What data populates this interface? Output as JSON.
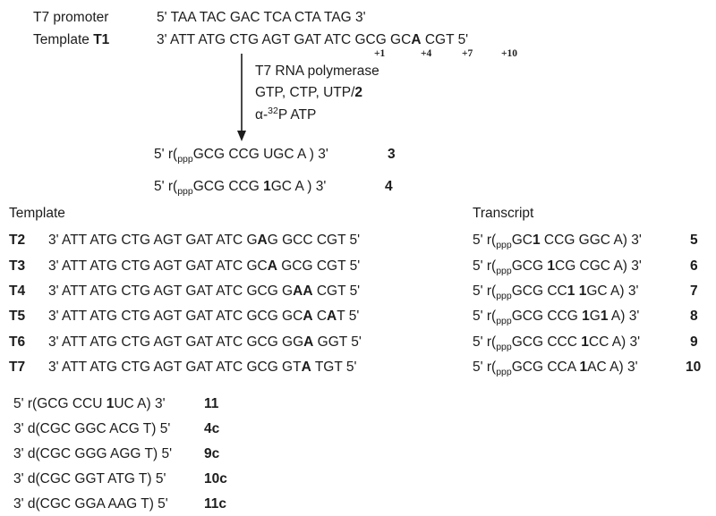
{
  "header": {
    "promoter_label": "T7 promoter",
    "promoter_seq": "5' TAA TAC GAC TCA CTA TAG 3'",
    "template_label_prefix": "Template ",
    "template_label_id": "T1",
    "t1_part1": "3' ATT ATG CTG AGT GAT ATC GCG GC",
    "t1_bold": "A",
    "t1_part2": " CGT 5'",
    "positions": [
      "+1",
      "+4",
      "+7",
      "+10"
    ]
  },
  "reaction": {
    "line1": "T7 RNA polymerase",
    "line2_prefix": "GTP, CTP, UTP/",
    "line2_bold": "2",
    "line3_alpha": "α-",
    "line3_sup": "32",
    "line3_rest": "P ATP"
  },
  "products": [
    {
      "prefix": "5' r(",
      "sub": "ppp",
      "seq_a": "GCG CCG UGC A ) 3'",
      "bold": "",
      "seq_b": "",
      "id": "3"
    },
    {
      "prefix": "5' r(",
      "sub": "ppp",
      "seq_a": "GCG CCG ",
      "bold": "1",
      "seq_b": "GC A ) 3'",
      "id": "4"
    }
  ],
  "template_section": {
    "heading": "Template",
    "rows": [
      {
        "id": "T2",
        "a": "3' ATT ATG CTG AGT GAT ATC G",
        "bold": "A",
        "b": "G GCC CGT 5'"
      },
      {
        "id": "T3",
        "a": "3' ATT ATG CTG AGT GAT ATC GC",
        "bold": "A",
        "b": " GCG CGT 5'"
      },
      {
        "id": "T4",
        "a": "3' ATT ATG CTG AGT GAT ATC GCG G",
        "bold": "AA",
        "b": " CGT 5'"
      },
      {
        "id": "T5",
        "a": "3' ATT ATG CTG AGT GAT ATC GCG GC",
        "bold": "A",
        "b": " C",
        "bold2": "A",
        "c": "T 5'"
      },
      {
        "id": "T6",
        "a": "3' ATT ATG CTG AGT GAT ATC GCG GG",
        "bold": "A",
        "b": " GGT 5'"
      },
      {
        "id": "T7",
        "a": "3' ATT ATG CTG AGT GAT ATC GCG GT",
        "bold": "A",
        "b": " TGT 5'"
      }
    ]
  },
  "transcript_section": {
    "heading": "Transcript",
    "rows": [
      {
        "prefix": "5' r(",
        "sub": "ppp",
        "a": "GC",
        "bold": "1",
        "b": " CCG GGC A) 3'",
        "bold2": "",
        "c": "",
        "id": "5"
      },
      {
        "prefix": "5' r(",
        "sub": "ppp",
        "a": "GCG ",
        "bold": "1",
        "b": "CG CGC A) 3'",
        "bold2": "",
        "c": "",
        "id": "6"
      },
      {
        "prefix": "5' r(",
        "sub": "ppp",
        "a": "GCG CC",
        "bold": "1",
        "b": " ",
        "bold2": "1",
        "c": "GC A) 3'",
        "id": "7"
      },
      {
        "prefix": "5' r(",
        "sub": "ppp",
        "a": "GCG CCG ",
        "bold": "1",
        "b": "G",
        "bold2": "1",
        "c": " A) 3'",
        "id": "8"
      },
      {
        "prefix": "5' r(",
        "sub": "ppp",
        "a": "GCG CCC ",
        "bold": "1",
        "b": "CC A) 3'",
        "bold2": "",
        "c": "",
        "id": "9"
      },
      {
        "prefix": "5' r(",
        "sub": "ppp",
        "a": "GCG CCA ",
        "bold": "1",
        "b": "AC A) 3'",
        "bold2": "",
        "c": "",
        "id": "10"
      }
    ]
  },
  "extra": [
    {
      "a": "5' r(GCG CCU ",
      "bold": "1",
      "b": "UC A) 3'",
      "id": "11"
    },
    {
      "a": "3' d(CGC GGC ACG T) 5'",
      "bold": "",
      "b": "",
      "id": "4c"
    },
    {
      "a": "3' d(CGC GGG AGG T) 5'",
      "bold": "",
      "b": "",
      "id": "9c"
    },
    {
      "a": "3' d(CGC GGT ATG T) 5'",
      "bold": "",
      "b": "",
      "id": "10c"
    },
    {
      "a": "3' d(CGC GGA AAG T) 5'",
      "bold": "",
      "b": "",
      "id": "11c"
    }
  ],
  "colors": {
    "text": "#1c1c1c"
  }
}
